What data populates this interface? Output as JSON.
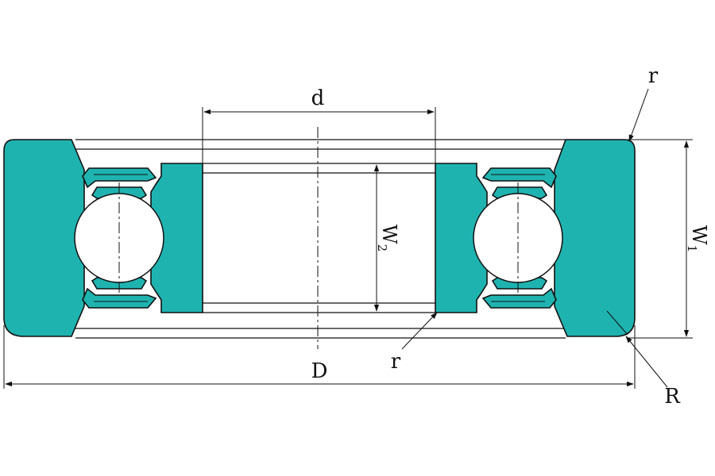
{
  "labels": {
    "bore": "d",
    "outer_diameter": "D",
    "width_outer": "W",
    "width_outer_sub": "1",
    "width_inner": "W",
    "width_inner_sub": "2",
    "radius_top": "r",
    "radius_bottom": "r",
    "outer_radius": "R"
  },
  "colors": {
    "ring_fill": "#1fb3b0",
    "line": "#111111",
    "background": "#ffffff"
  }
}
